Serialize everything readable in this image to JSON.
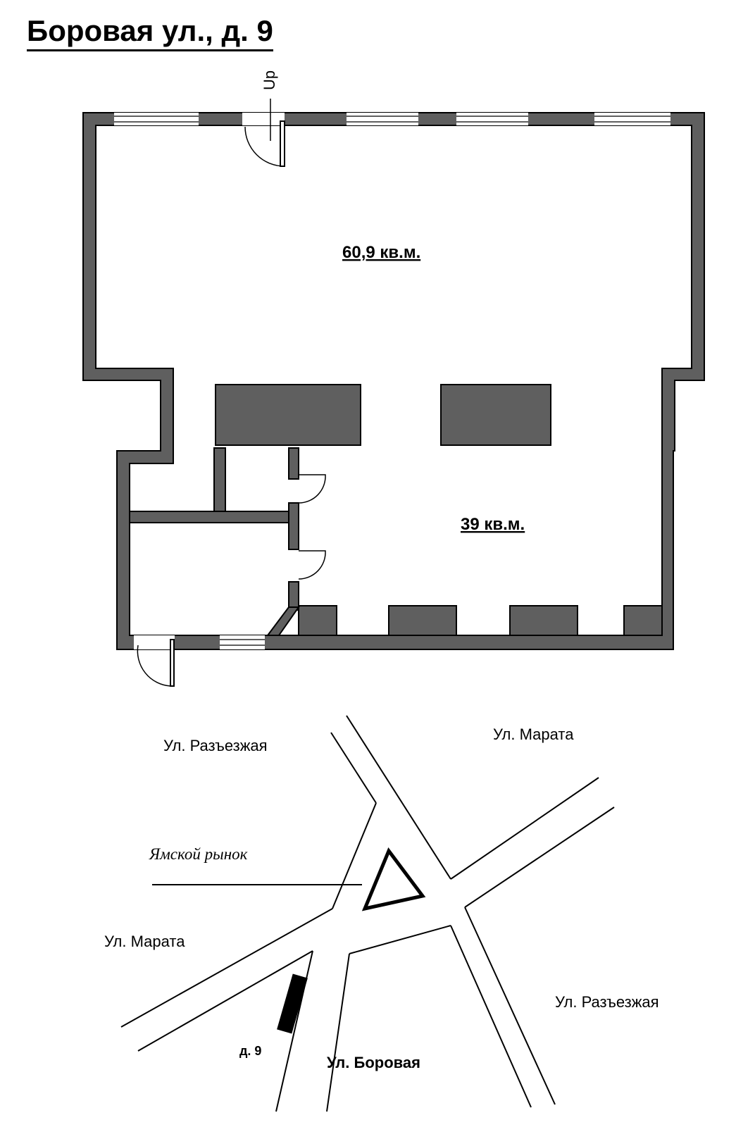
{
  "title": "Боровая ул., д. 9",
  "floor_plan": {
    "up_label": "Up",
    "rooms": [
      {
        "id": "main-hall",
        "area": "60,9 кв.м."
      },
      {
        "id": "lower-hall",
        "area": "39 кв.м."
      }
    ]
  },
  "map": {
    "streets": {
      "razezzhaya_nw": "Ул. Разъезжая",
      "marata_ne": "Ул. Марата",
      "marata_sw": "Ул. Марата",
      "razezzhaya_se": "Ул. Разъезжая",
      "borovaya": "Ул. Боровая"
    },
    "landmark": "Ямской рынок",
    "house_label": "д. 9"
  }
}
